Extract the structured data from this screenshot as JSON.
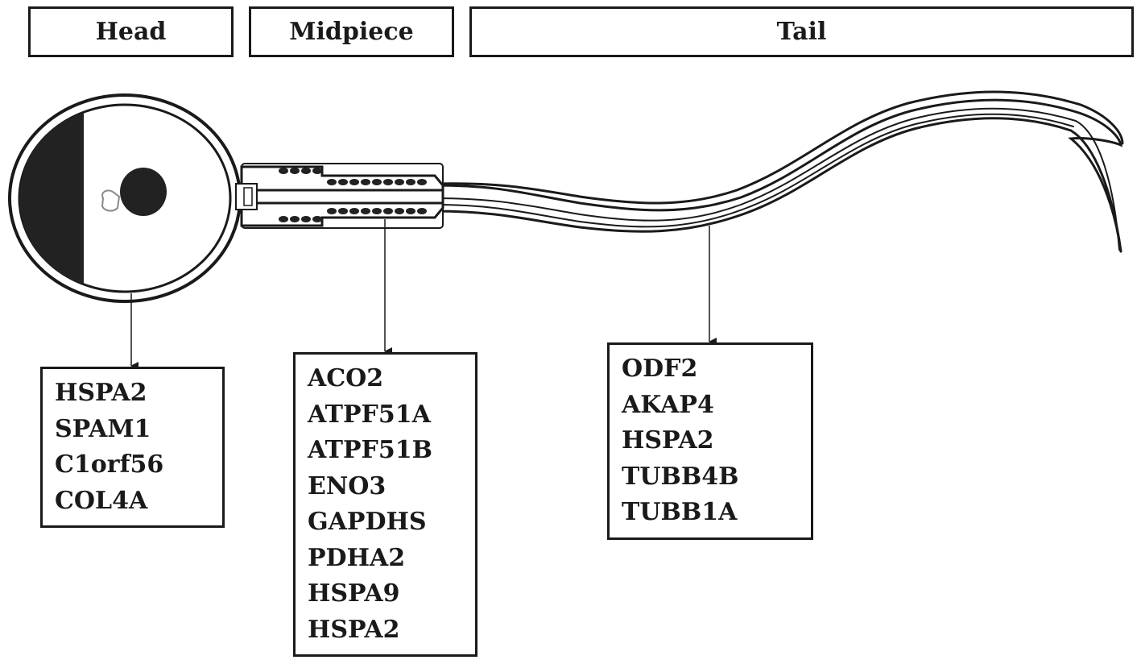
{
  "regions": {
    "head": "Head",
    "midpiece": "Midpiece",
    "tail": "Tail"
  },
  "proteins": {
    "head": [
      "HSPA2",
      "SPAM1",
      "C1orf56",
      "COL4A"
    ],
    "midpiece": [
      "ACO2",
      "ATPF51A",
      "ATPF51B",
      "ENO3",
      "GAPDHS",
      "PDHA2",
      "HSPA9",
      "HSPA2"
    ],
    "tail": [
      "ODF2",
      "AKAP4",
      "HSPA2",
      "TUBB4B",
      "TUBB1A"
    ]
  },
  "colors": {
    "line": "#1a1a1a",
    "fill": "#ffffff",
    "acrosome": "#222222"
  }
}
